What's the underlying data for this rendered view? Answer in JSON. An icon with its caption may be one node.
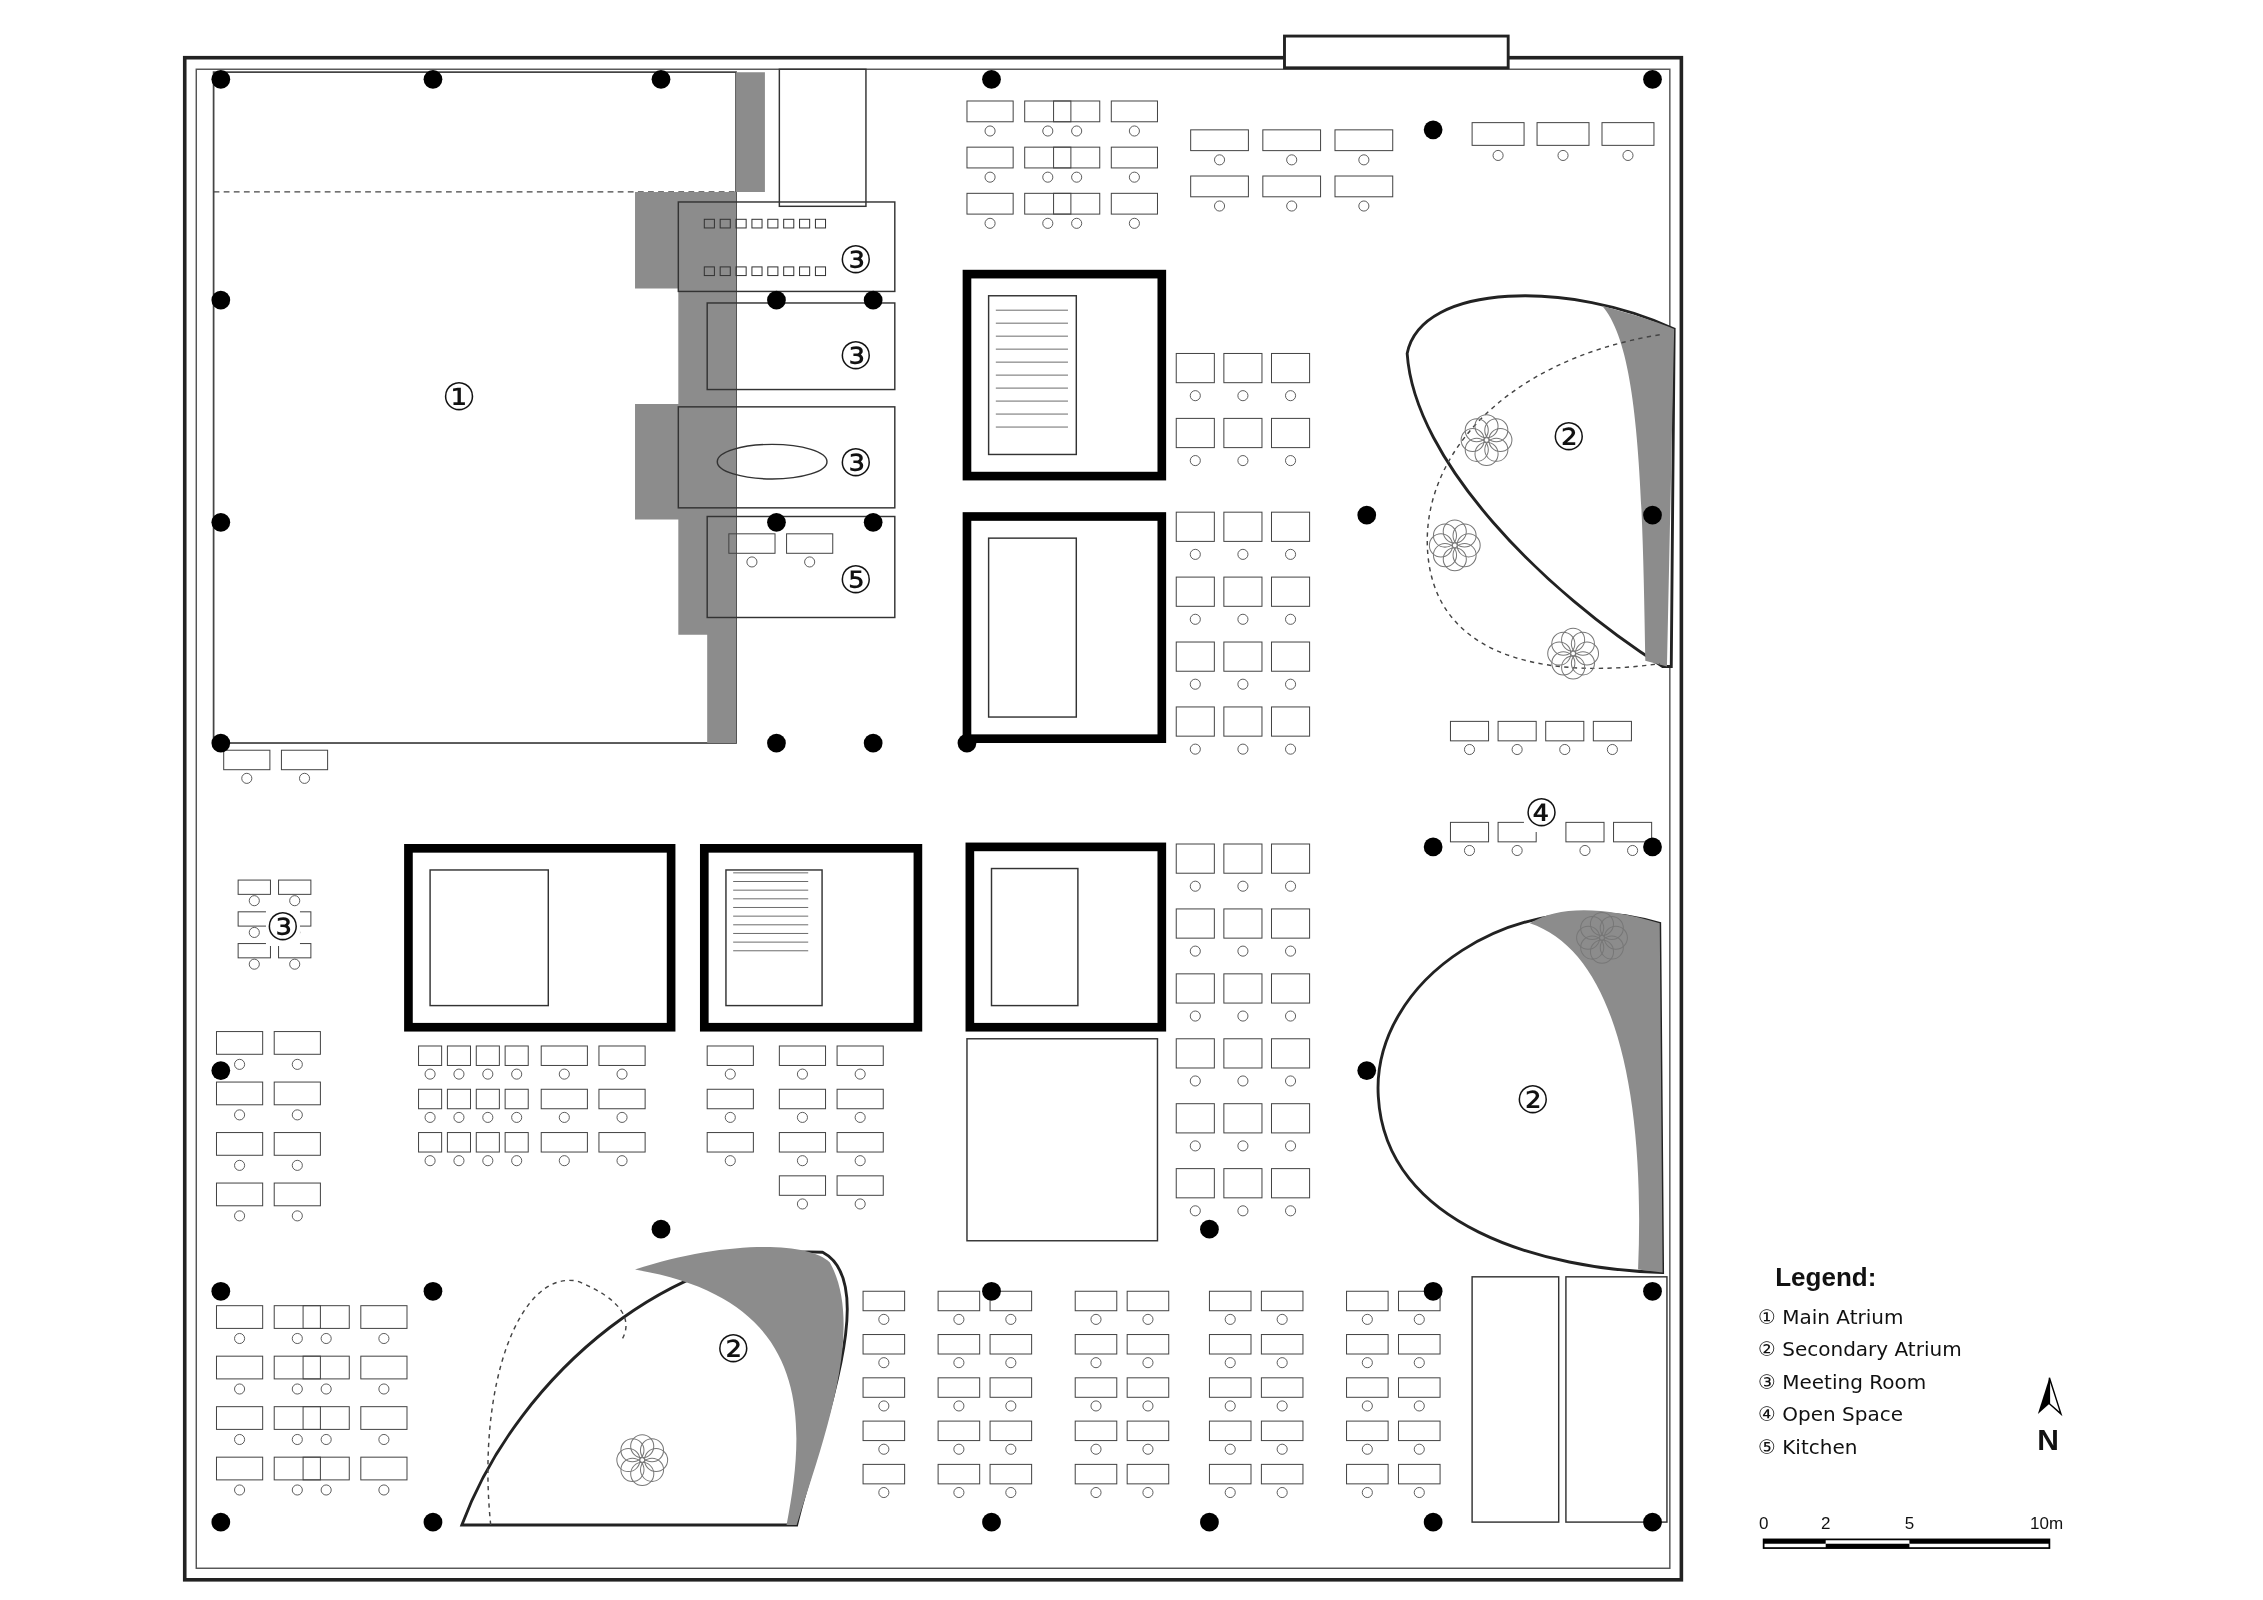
{
  "diagram": {
    "labels": [
      "③",
      "③",
      "①",
      "②",
      "③",
      "⑤",
      "④",
      "③",
      "②",
      "②",
      "Legend:",
      "N",
      "0",
      "2",
      "5",
      "10m"
    ],
    "legend": [
      {
        "text": "① Main Atrium"
      },
      {
        "text": "② Secondary Atrium"
      },
      {
        "text": "③ Meeting Room"
      },
      {
        "text": "④ Open Space"
      },
      {
        "text": "⑤ Kitchen"
      }
    ]
  }
}
